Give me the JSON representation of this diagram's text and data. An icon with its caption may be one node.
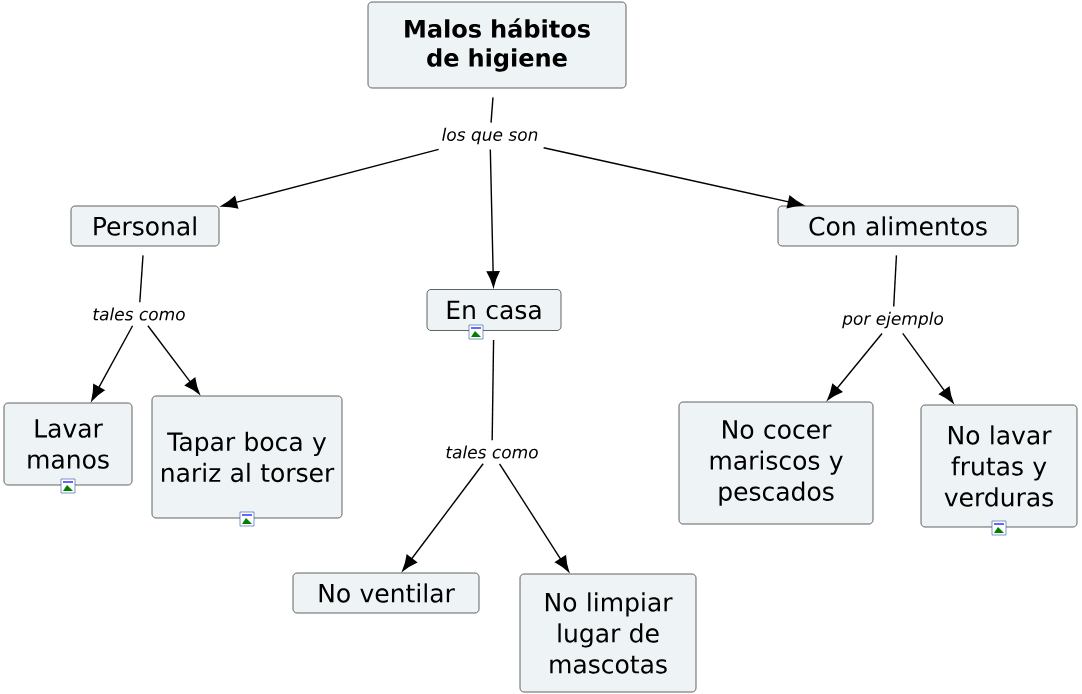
{
  "diagram": {
    "nodes": [
      {
        "text": [
          "Malos hábitos de higiene"
        ]
      },
      {
        "text": [
          "los que son"
        ]
      },
      {
        "text": [
          "Personal"
        ]
      },
      {
        "text": [
          "En casa"
        ]
      },
      {
        "text": [
          "Con alimentos"
        ]
      },
      {
        "text": [
          "tales como"
        ]
      },
      {
        "text": [
          "Lavar manos"
        ]
      },
      {
        "text": [
          "Tapar boca y nariz al torser"
        ]
      },
      {
        "text": [
          "tales como"
        ]
      },
      {
        "text": [
          "No ventilar"
        ]
      },
      {
        "text": [
          "No limpiar lugar de mascotas"
        ]
      },
      {
        "text": [
          "por ejemplo"
        ]
      },
      {
        "text": [
          "No cocer mariscos y pescados"
        ]
      },
      {
        "text": [
          "No lavar frutas y verduras"
        ]
      }
    ],
    "edges": [
      {
        "from": 0,
        "to": 1,
        "arrow": "none"
      },
      {
        "from": 1,
        "to": 2,
        "arrow": "to"
      },
      {
        "from": 1,
        "to": 3,
        "arrow": "to"
      },
      {
        "from": 1,
        "to": 4,
        "arrow": "to"
      },
      {
        "from": 2,
        "to": 5,
        "arrow": "none"
      },
      {
        "from": 5,
        "to": 6,
        "arrow": "to"
      },
      {
        "from": 5,
        "to": 7,
        "arrow": "to"
      },
      {
        "from": 3,
        "to": 8,
        "arrow": "none"
      },
      {
        "from": 8,
        "to": 9,
        "arrow": "to"
      },
      {
        "from": 8,
        "to": 10,
        "arrow": "to"
      },
      {
        "from": 4,
        "to": 11,
        "arrow": "none"
      },
      {
        "from": 11,
        "to": 12,
        "arrow": "to"
      },
      {
        "from": 11,
        "to": 13,
        "arrow": "to"
      }
    ]
  }
}
